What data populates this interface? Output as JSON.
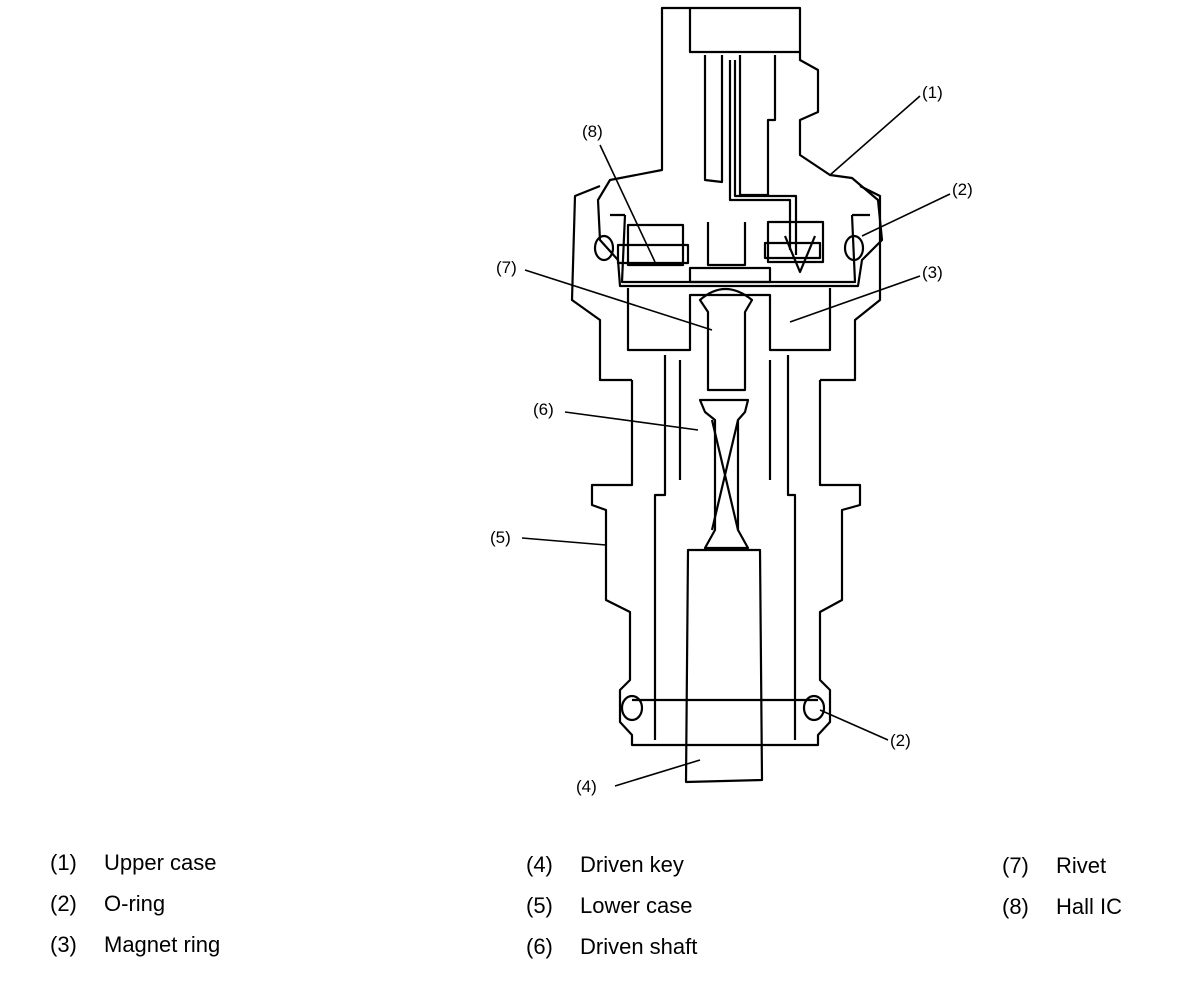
{
  "callouts": {
    "c1": "(1)",
    "c2a": "(2)",
    "c2b": "(2)",
    "c3": "(3)",
    "c4": "(4)",
    "c5": "(5)",
    "c6": "(6)",
    "c7": "(7)",
    "c8": "(8)"
  },
  "legend": {
    "items": [
      {
        "num": "(1)",
        "label": "Upper case"
      },
      {
        "num": "(2)",
        "label": "O-ring"
      },
      {
        "num": "(3)",
        "label": "Magnet ring"
      },
      {
        "num": "(4)",
        "label": "Driven key"
      },
      {
        "num": "(5)",
        "label": "Lower case"
      },
      {
        "num": "(6)",
        "label": "Driven shaft"
      },
      {
        "num": "(7)",
        "label": "Rivet"
      },
      {
        "num": "(8)",
        "label": "Hall IC"
      }
    ]
  }
}
